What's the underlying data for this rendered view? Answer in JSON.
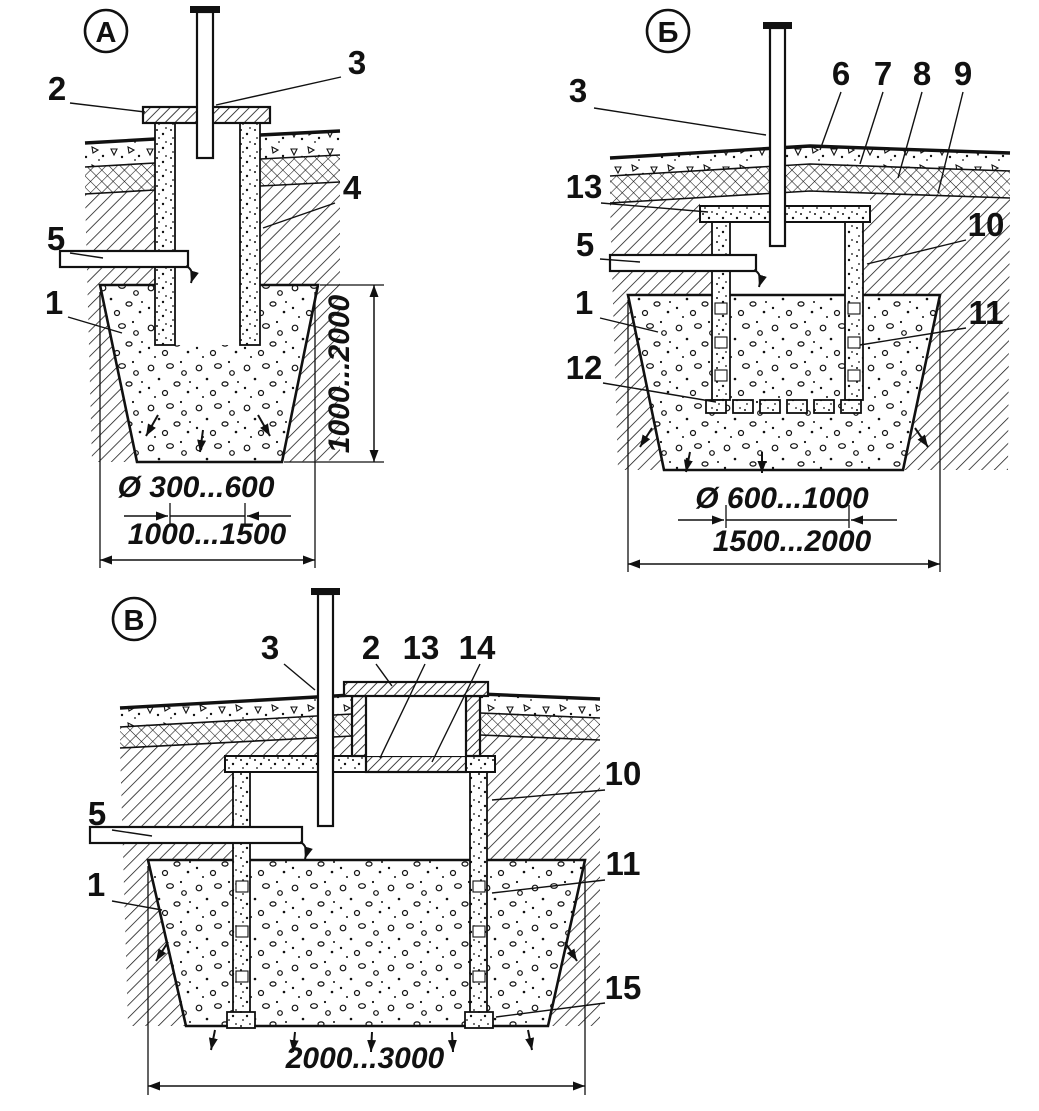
{
  "figure": {
    "ink": "#111111",
    "background": "#ffffff"
  },
  "variant_a": {
    "label": "А",
    "callouts": {
      "c1": "1",
      "c2": "2",
      "c3": "3",
      "c4": "4",
      "c5": "5"
    },
    "dims": {
      "depth": "1000...2000",
      "diameter": "Ø 300...600",
      "width": "1000...1500"
    }
  },
  "variant_b": {
    "label": "Б",
    "callouts": {
      "c1": "1",
      "c3": "3",
      "c5": "5",
      "c6": "6",
      "c7": "7",
      "c8": "8",
      "c9": "9",
      "c10": "10",
      "c11": "11",
      "c12": "12",
      "c13": "13"
    },
    "dims": {
      "diameter": "Ø 600...1000",
      "width": "1500...2000"
    }
  },
  "variant_v": {
    "label": "В",
    "callouts": {
      "c1": "1",
      "c2": "2",
      "c3": "3",
      "c5": "5",
      "c10": "10",
      "c11": "11",
      "c13": "13",
      "c14": "14",
      "c15": "15"
    },
    "dims": {
      "width": "2000...3000"
    }
  }
}
